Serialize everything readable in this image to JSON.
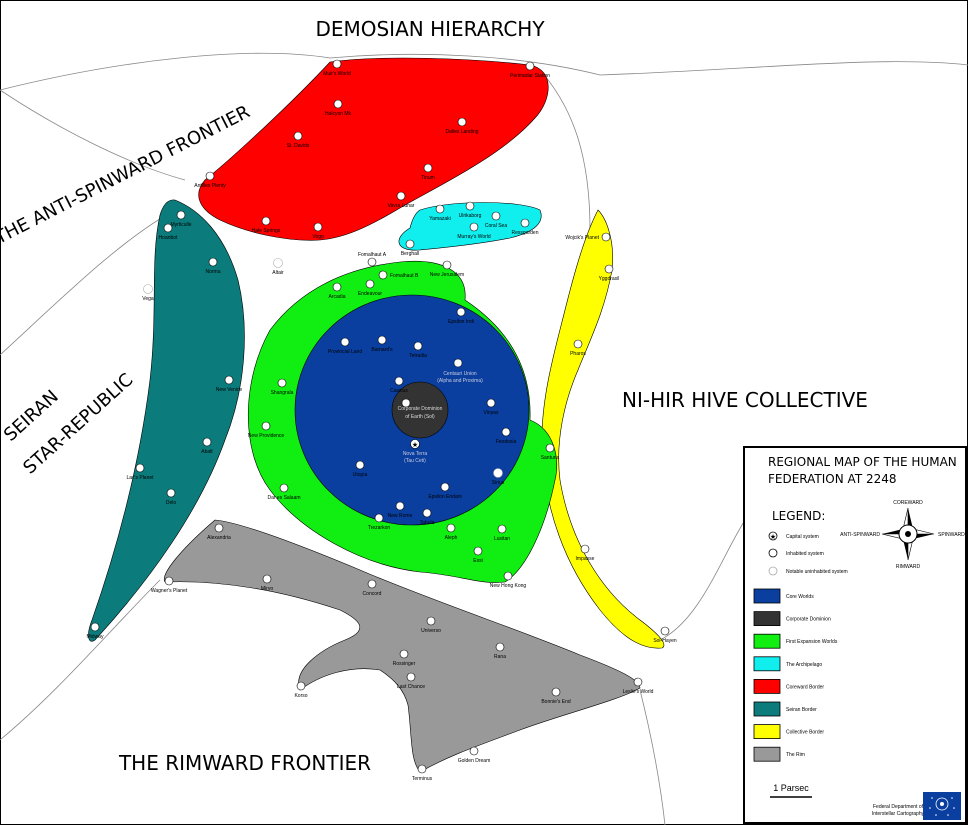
{
  "regions": {
    "north": "DEMOSIAN HIERARCHY",
    "antispinward": "THE ANTI-SPINWARD FRONTIER",
    "seiran_line1": "SEIRAN",
    "seiran_line2": "STAR-REPUBLIC",
    "nihir": "NI-HIR HIVE COLLECTIVE",
    "rimward": "THE RIMWARD FRONTIER"
  },
  "legend": {
    "title_line1": "REGIONAL MAP OF THE HUMAN",
    "title_line2": "FEDERATION AT  2248",
    "legend_heading": "LEGEND:",
    "symbols": {
      "capital": "Capital system",
      "inhabited": "Inhabited system",
      "uninhabited": "Notable uninhabited system"
    },
    "swatches": [
      {
        "label": "Core Worlds",
        "color": "#0a3fa0"
      },
      {
        "label": "Corporate Dominion",
        "color": "#333333"
      },
      {
        "label": "First Expansion Worlds",
        "color": "#11ee11"
      },
      {
        "label": "The Archipelago",
        "color": "#11eeee"
      },
      {
        "label": "Coreward Border",
        "color": "#ff0000"
      },
      {
        "label": "Seiran Border",
        "color": "#0b7b7b"
      },
      {
        "label": "Collective Border",
        "color": "#ffff00"
      },
      {
        "label": "The Rim",
        "color": "#999999"
      }
    ],
    "scale": "1 Parsec",
    "dept_line1": "Federal Department of",
    "dept_line2": "Interstellar Cartography",
    "compass": {
      "north": "COREWARD",
      "south": "RIMWARD",
      "west": "ANTI-SPINWARD",
      "east": "SPINWARD"
    }
  },
  "capital_labels": {
    "sol_line1": "Corporate Dominion",
    "sol_line2": "of Earth (Sol)",
    "nova_line1": "Nova Terra",
    "nova_line2": "(Tau Ceti)",
    "centauri_line1": "Centauri Union",
    "centauri_line2": "(Alpha and Proxima)"
  },
  "systems": {
    "redmire": "Muir's World",
    "perimadar": "Perimadar Station",
    "halpyn": "Halcyon Mk",
    "stdavids": "St. Davids",
    "dalles": "Dalles Landing",
    "tinum": "Tinum",
    "antilles": "Antilles Plenty",
    "vavra": "Vavra Lunar",
    "halesprings": "Hale Springs",
    "virgo": "Virgo",
    "yamazaki": "Yamazaki",
    "ulrika": "Ulrikaborg",
    "coralsea": "Coral Sea",
    "murray": "Murray's World",
    "ressgarden": "Ressgarden",
    "berghall": "Berghall",
    "fomalhaut_a": "Fomalhaut A",
    "fomalhaut_b": "Fomalhaut B",
    "newjerusalem": "New Jerusalem",
    "arcadia": "Arcadia",
    "endeavour": "Endeavour",
    "epsilon_indi": "Epsilon Indi",
    "provincial": "Provincial Land",
    "barnards": "Barnard's",
    "tetrarch": "Tetradia",
    "cassius": "Cassius",
    "vinyas": "Vinyas",
    "feodosia": "Feodosia",
    "utopia": "Utopia",
    "sirius": "Sirius",
    "epsilon_eridani": "Epsilon Eridani",
    "tabula": "Tabula",
    "trezo": "Trezarkon",
    "newrome": "New Rome",
    "aleph": "Aleph",
    "lusitan": "Lusitan",
    "essi": "Essi",
    "newhongkong": "New Hong Kong",
    "shangrala": "Shangrala",
    "newprovidence": "New Providence",
    "daressalaam": "Dar es Salaam",
    "santuria": "Santuria",
    "wojcik": "Wojcik's Planet",
    "yggdrasil": "Yggdrasil",
    "pharos": "Pharos",
    "impasse": "Impasse",
    "solhayen": "Sol-Hayen",
    "myrticulle": "Myrticulle",
    "hoanbot": "Hoanbot",
    "norma": "Norma",
    "altair": "Altair",
    "vega": "Vega",
    "newvenice": "New Venice",
    "abalt": "Abalt",
    "lacis": "Lac's Planet",
    "delo": "Delo",
    "midway": "Midway",
    "alexandria": "Alexandria",
    "wagners": "Wagner's Planet",
    "miryo": "Miryo",
    "concord": "Concord",
    "universo": "Universo",
    "rana": "Rana",
    "rossinger": "Rossinger",
    "lastchance": "Last Chance",
    "korso": "Korso",
    "bonnies": "Bonnie's End",
    "leslies": "Leslie's World",
    "goldendream": "Golden Dream",
    "terminus": "Terminus"
  }
}
